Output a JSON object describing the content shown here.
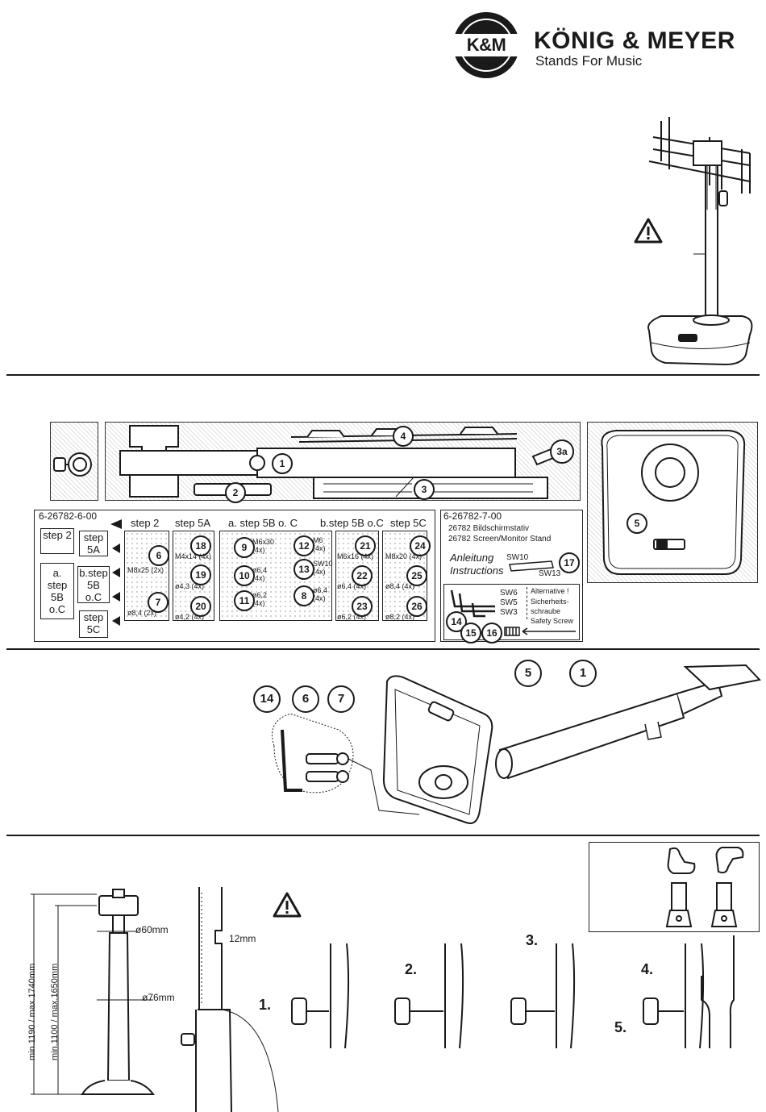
{
  "header": {
    "logo_mark": "K&M",
    "brand_name": "KÖNIG & MEYER",
    "tagline": "Stands For Music"
  },
  "parts": {
    "labels": [
      "1",
      "2",
      "3",
      "3a",
      "4",
      "5"
    ],
    "kit1": {
      "code": "6-26782-6-00",
      "steps": [
        "step 2",
        "step 5A",
        "b.step 5B o.C",
        "step 5C"
      ],
      "step_a": [
        "a.",
        "step",
        "5B",
        "o.C"
      ],
      "headers": [
        "step 2",
        "step 5A",
        "a. step 5B o. C",
        "b.step 5B o.C",
        "step 5C"
      ],
      "items": [
        {
          "num": "6",
          "spec": "M8x25 (2x)"
        },
        {
          "num": "7",
          "spec": "ø8,4 (2x)"
        },
        {
          "num": "18",
          "spec": "M4x14 (4x)"
        },
        {
          "num": "19",
          "spec": "ø4,3 (4x)"
        },
        {
          "num": "20",
          "spec": "ø4,2 (4x)"
        },
        {
          "num": "9",
          "spec": "M6x30 (4x)"
        },
        {
          "num": "12",
          "spec": "M6 (4x)"
        },
        {
          "num": "10",
          "spec": "ø6,4 (4x)"
        },
        {
          "num": "13",
          "spec": "SW10 (4x)"
        },
        {
          "num": "11",
          "spec": "ø6,2 (4x)"
        },
        {
          "num": "8",
          "spec": "ø6,4 (4x)"
        },
        {
          "num": "21",
          "spec": "M6x16 (4x)"
        },
        {
          "num": "22",
          "spec": "ø6,4 (4x)"
        },
        {
          "num": "23",
          "spec": "ø6,2 (4x)"
        },
        {
          "num": "24",
          "spec": "M8x20 (4x)"
        },
        {
          "num": "25",
          "spec": "ø8,4 (4x)"
        },
        {
          "num": "26",
          "spec": "ø8,2 (4x)"
        }
      ]
    },
    "kit2": {
      "code": "6-26782-7-00",
      "line1": "26782 Bildschirmstativ",
      "line2": "26782 Screen/Monitor Stand",
      "anleitung": "Anleitung",
      "instructions": "Instructions",
      "sw10": "SW10",
      "sw13": "SW13",
      "num17": "17",
      "sw6": "SW6",
      "sw5": "SW5",
      "sw3": "SW3",
      "num14": "14",
      "num15": "15",
      "num16": "16",
      "alt1": "Alternative !",
      "alt2": "Sicherheits-",
      "alt3": "schraube",
      "alt4": "Safety Screw"
    }
  },
  "assembly": {
    "labels": [
      "14",
      "6",
      "7",
      "5",
      "1"
    ]
  },
  "adjust": {
    "dim_total": "min.1190  /  max.1740mm",
    "dim_tube": "min.1100  /  max.1650mm",
    "d60": "ø60mm",
    "d76": "ø76mm",
    "d12": "12mm",
    "steps": [
      "1.",
      "2.",
      "3.",
      "4.",
      "5."
    ]
  }
}
